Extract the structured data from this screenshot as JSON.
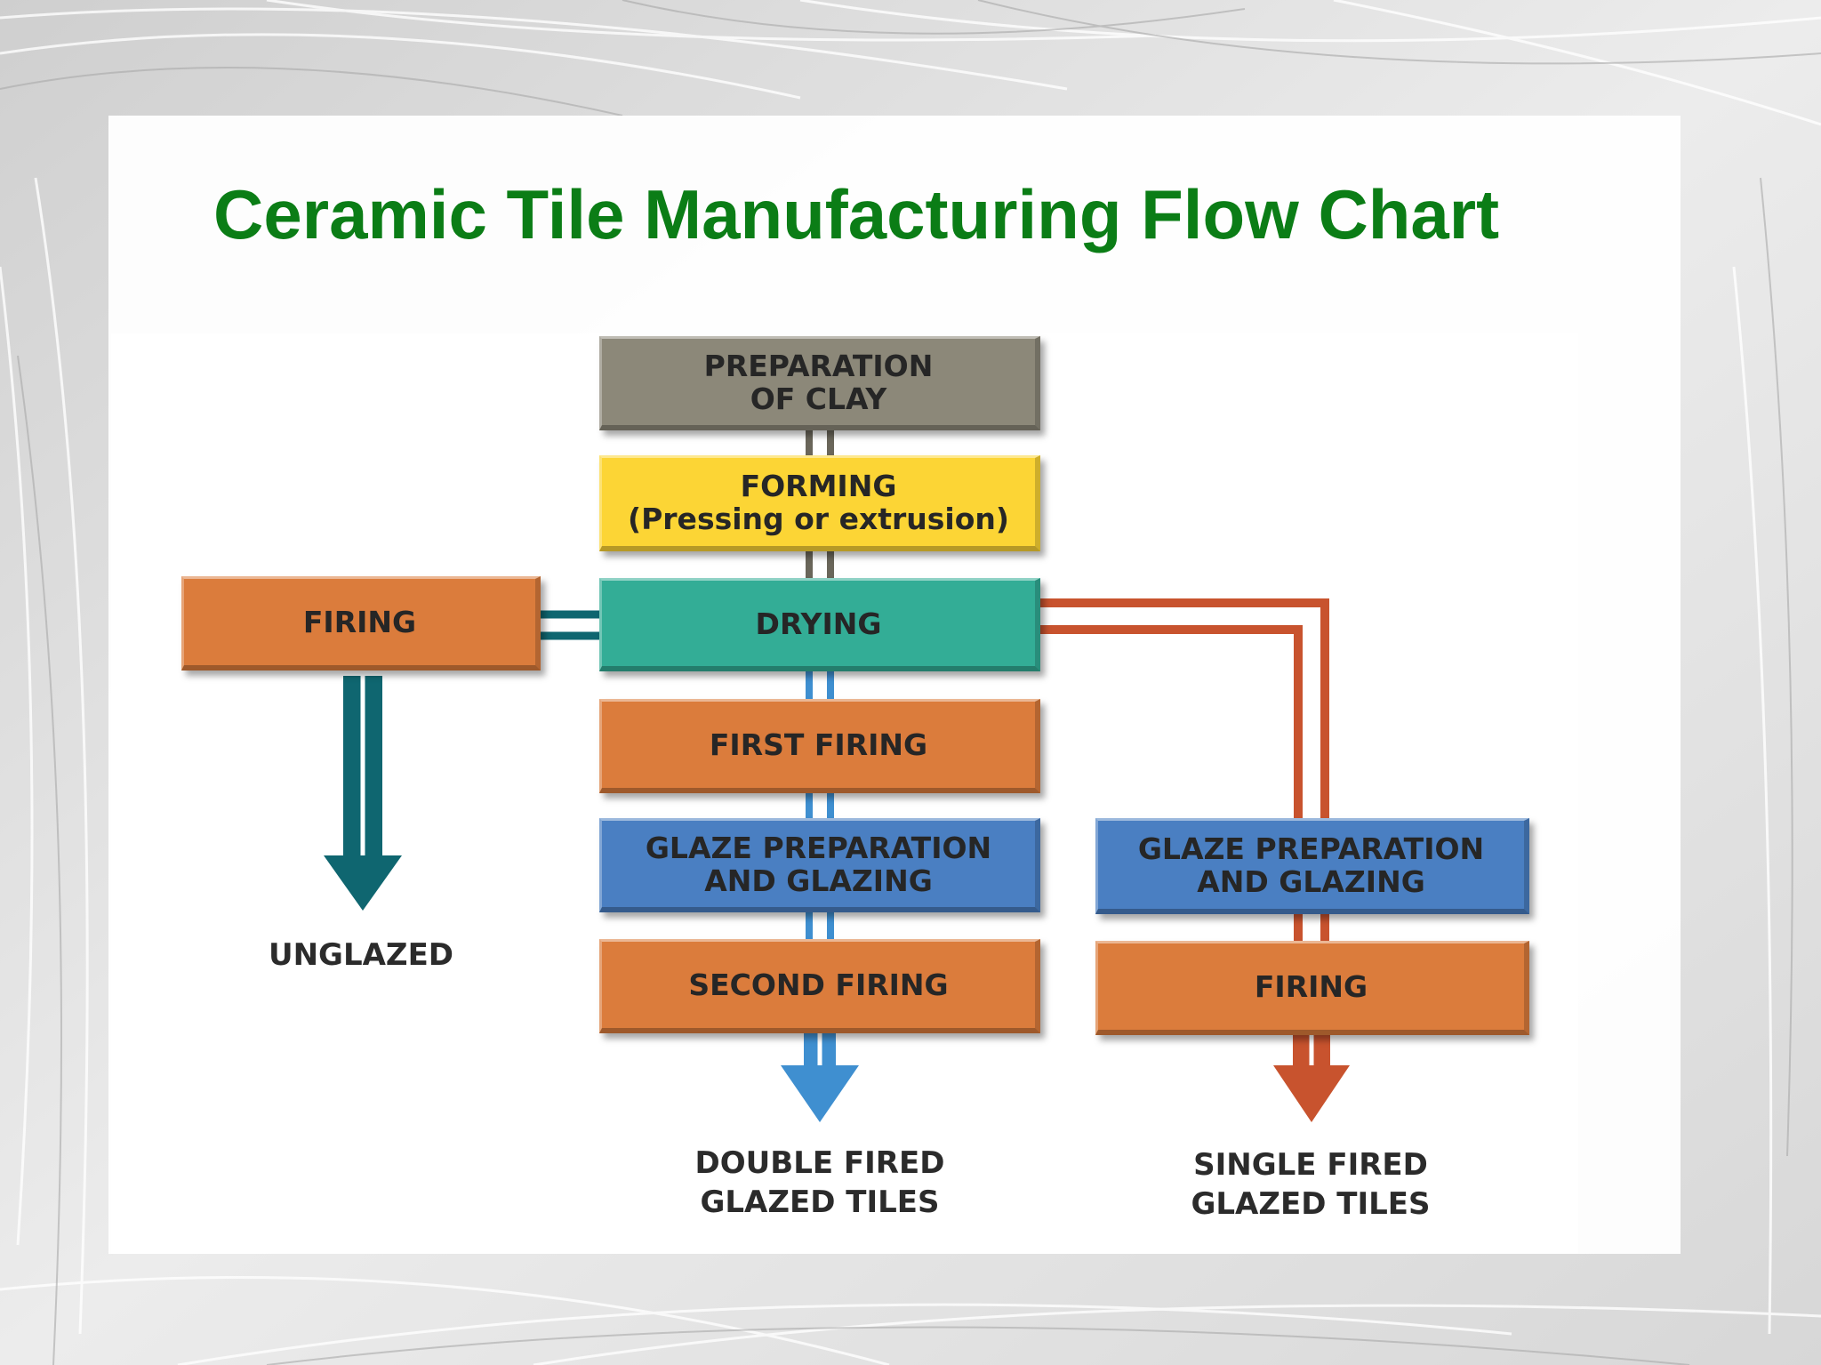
{
  "title": "Ceramic Tile Manufacturing Flow Chart",
  "colors": {
    "title": "#0b7d16",
    "clay": "#8c8879",
    "forming": "#fcd535",
    "drying": "#33ad96",
    "firing": "#db7c3c",
    "glaze": "#4a7fc2",
    "unglazed_arrow": "#0f6670",
    "double_arrow": "#3f8fd0",
    "single_arrow": "#c8532e"
  },
  "diagram": {
    "prep_clay": "PREPARATION\nOF CLAY",
    "forming": "FORMING\n(Pressing or extrusion)",
    "drying": "DRYING",
    "firing_left": "FIRING",
    "first_firing": "FIRST FIRING",
    "glaze_prep_center": "GLAZE PREPARATION\nAND GLAZING",
    "second_firing": "SECOND FIRING",
    "glaze_prep_right": "GLAZE PREPARATION\nAND GLAZING",
    "firing_right": "FIRING",
    "unglazed": "UNGLAZED",
    "double_fired": "DOUBLE FIRED\nGLAZED TILES",
    "single_fired": "SINGLE FIRED\nGLAZED TILES"
  }
}
